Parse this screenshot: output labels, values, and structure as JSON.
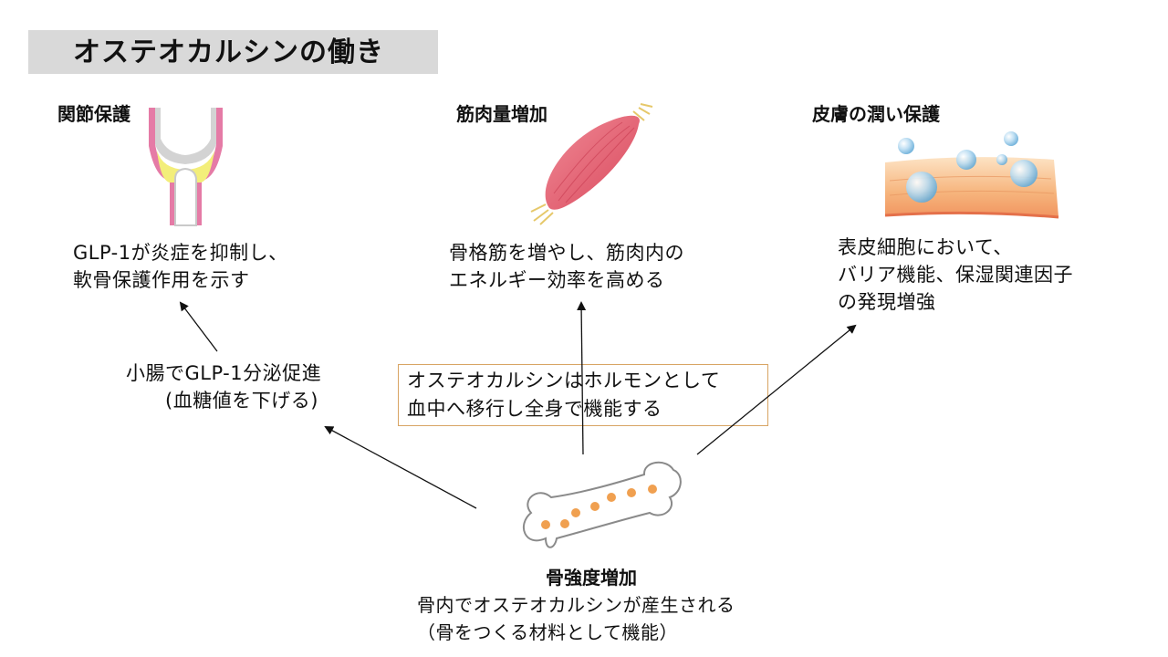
{
  "title": "オステオカルシンの働き",
  "joint": {
    "heading": "関節保護",
    "desc_line1": "GLP-1が炎症を抑制し、",
    "desc_line2": "軟骨保護作用を示す"
  },
  "muscle": {
    "heading": "筋肉量増加",
    "desc_line1": "骨格筋を増やし、筋肉内の",
    "desc_line2": "エネルギー効率を高める"
  },
  "skin": {
    "heading": "皮膚の潤い保護",
    "desc_line1": "表皮細胞において、",
    "desc_line2": "バリア機能、保湿関連因子",
    "desc_line3": "の発現増強"
  },
  "intestine": {
    "line1": "小腸でGLP-1分泌促進",
    "line2": "(血糖値を下げる)"
  },
  "callout": {
    "line1": "オステオカルシンはホルモンとして",
    "line2": "血中へ移行し全身で機能する"
  },
  "bone": {
    "heading": "骨強度増加",
    "line1": "骨内でオステオカルシンが産生される",
    "line2": "（骨をつくる材料として機能）"
  },
  "colors": {
    "title_bg": "#d9d9d9",
    "callout_border": "#d8a463",
    "bone_dots": "#f0a050",
    "muscle": "#e46a7a",
    "joint_pink": "#e57ba6",
    "joint_cartilage": "#f3ee7a",
    "skin": "#f4b27a"
  }
}
